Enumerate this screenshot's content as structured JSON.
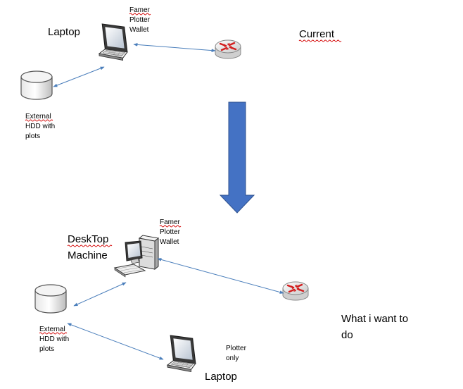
{
  "current": {
    "title": "Current",
    "laptop_label": "Laptop",
    "laptop_roles": [
      "Famer",
      "Plotter",
      "Wallet"
    ],
    "hdd_label": [
      "External",
      "HDD with",
      "plots"
    ]
  },
  "desired": {
    "title": [
      "What i want to",
      "do"
    ],
    "desktop_label": [
      "DeskTop",
      "Machine"
    ],
    "desktop_roles": [
      "Famer",
      "Plotter",
      "Wallet"
    ],
    "hdd_label": [
      "External",
      "HDD with",
      "plots"
    ],
    "laptop_label": "Laptop",
    "laptop_roles": [
      "Plotter",
      "only"
    ]
  },
  "colors": {
    "arrow_fill": "#4472c4",
    "connector": "#4a7ebb",
    "spellcheck_underline": "#d40000"
  },
  "icons": [
    "laptop-icon",
    "hard-drive-icon",
    "router-icon",
    "desktop-computer-icon",
    "down-arrow-icon"
  ]
}
